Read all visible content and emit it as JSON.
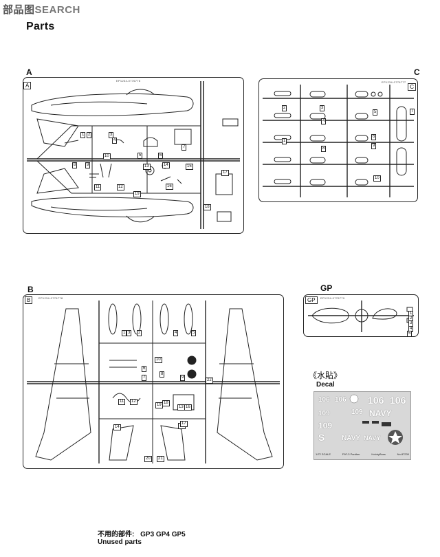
{
  "watermark": {
    "brand_cn": "部品图",
    "brand_en": "SEARCH"
  },
  "page_title": "Parts",
  "sprues": {
    "A": {
      "label": "A",
      "tag": "A",
      "code": "EP1234-0776776"
    },
    "C": {
      "label": "C",
      "tag": "C",
      "code": "EP1234-0776777"
    },
    "B": {
      "label": "B",
      "tag": "B",
      "code": "EP1234-0776778"
    },
    "GP": {
      "label": "GP",
      "tag": "GP",
      "code": "EP1234-0776779"
    }
  },
  "decal": {
    "heading_cn": "《水貼》",
    "heading_en": "Decal",
    "markings": [
      "106",
      "106",
      "106",
      "106",
      "109",
      "109",
      "NAVY",
      "109",
      "NAVY",
      "S",
      "NAVY"
    ],
    "footer": [
      "1/72 SCALE",
      "F9F-3 Panther",
      "HobbyBoss",
      "No.87230"
    ]
  },
  "unused": {
    "label_cn": "不用的部件:",
    "parts": "GP3 GP4 GP5",
    "label_en": "Unused parts"
  },
  "part_numbers": {
    "A": [
      "1",
      "2",
      "3",
      "4",
      "5",
      "6",
      "7",
      "8",
      "9",
      "10",
      "11",
      "12",
      "13",
      "14",
      "15",
      "16",
      "17",
      "18",
      "19"
    ],
    "C": [
      "1",
      "2",
      "3",
      "4",
      "5",
      "6",
      "7",
      "8",
      "9",
      "10"
    ],
    "B": [
      "1",
      "2",
      "3",
      "4",
      "5",
      "6",
      "7",
      "8",
      "9",
      "10",
      "11",
      "12",
      "13",
      "14",
      "15",
      "16",
      "17",
      "18",
      "19",
      "20",
      "21",
      "22"
    ],
    "GP": [
      "1",
      "2",
      "3",
      "4",
      "5"
    ]
  }
}
